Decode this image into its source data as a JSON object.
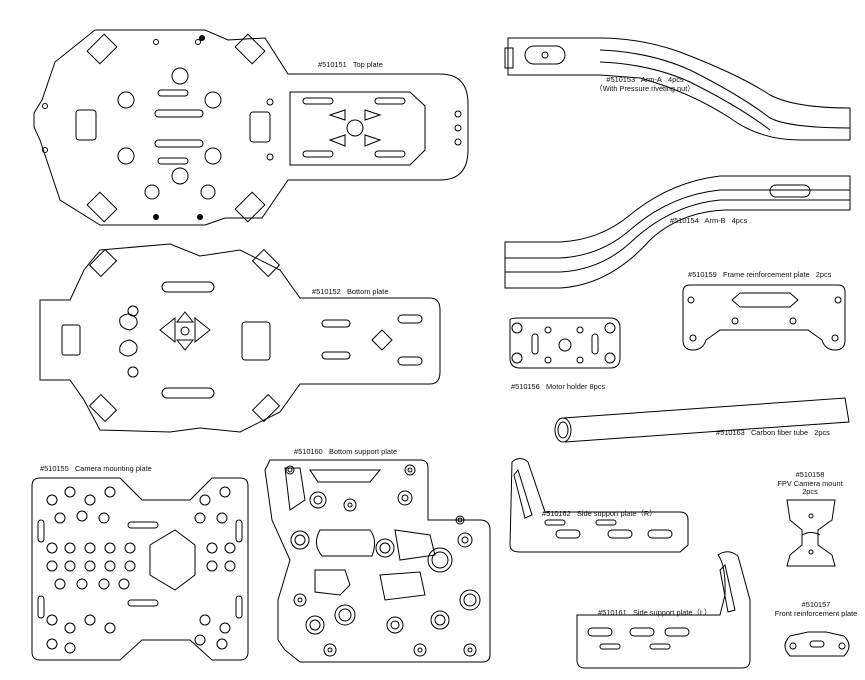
{
  "sheet": {
    "colors": {
      "line": "#000000",
      "background": "#ffffff"
    },
    "parts": [
      {
        "id": "top_plate",
        "code": "#510151",
        "name": "Top plate"
      },
      {
        "id": "arm_a",
        "code": "#510153",
        "name": "Arm-A",
        "qty": "4pcs",
        "note": "（With Pressure riveting nut）"
      },
      {
        "id": "arm_b",
        "code": "#510154",
        "name": "Arm-B",
        "qty": "4pcs"
      },
      {
        "id": "bottom_plate",
        "code": "#510152",
        "name": "Bottom plate"
      },
      {
        "id": "frame_reinforcement",
        "code": "#510159",
        "name": "Frame reinforcement plate",
        "qty": "2pcs"
      },
      {
        "id": "motor_holder",
        "code": "#510156",
        "name": "Motor holder",
        "qty": "8pcs"
      },
      {
        "id": "carbon_tube",
        "code": "#510163",
        "name": "Carbon fiber tube",
        "qty": "2pcs"
      },
      {
        "id": "camera_mount_plate",
        "code": "#510155",
        "name": "Camera mounting plate"
      },
      {
        "id": "bottom_support",
        "code": "#510160",
        "name": "Bottom support plate"
      },
      {
        "id": "side_support_r",
        "code": "#510162",
        "name": "Side support plate（R）"
      },
      {
        "id": "fpv_mount",
        "code": "#510158",
        "name": "FPV Camera mount",
        "qty": "2pcs"
      },
      {
        "id": "side_support_l",
        "code": "#510161",
        "name": "Side support plate（L）"
      },
      {
        "id": "front_reinforcement",
        "code": "#510157",
        "name": "Front reinforcement plate"
      }
    ]
  }
}
